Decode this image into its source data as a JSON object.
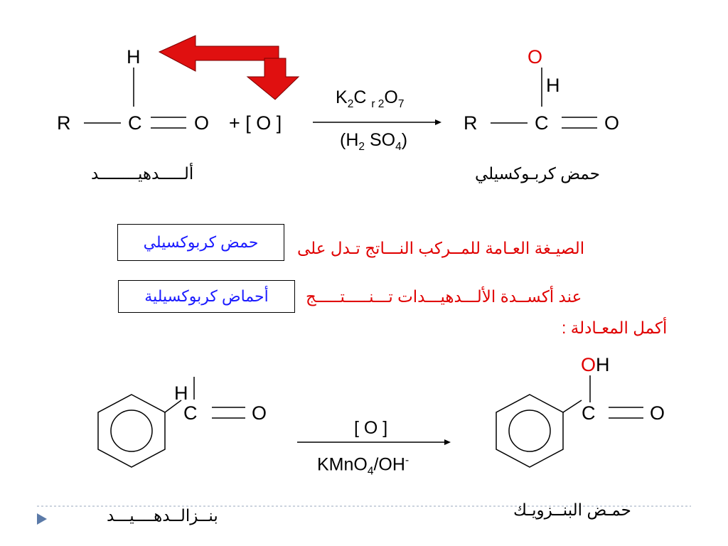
{
  "colors": {
    "red": "#e00000",
    "blue": "#1a1aff",
    "arrow_red": "#e01010"
  },
  "eq1": {
    "R_left": "R",
    "C_left": "C",
    "O_left": "O",
    "H_left": "H",
    "plus_O": "+ [ O ]",
    "reagent_top": "K2C r 2O7",
    "reagent_bottom": "(H2 SO4)",
    "R_right": "R",
    "C_right": "C",
    "O_right": "O",
    "H_right": "H",
    "O_top_right": "O",
    "label_left": "ألـــــدهيــــــــد",
    "label_right": "حمض كربـوكسيلي"
  },
  "q1": {
    "statement": "الصيـغة العـامة للمــركب النـــاتج تـدل على",
    "answer": "حمض كربوكسيلي"
  },
  "q2": {
    "statement": "عند أكســدة الألـــدهيـــدات تـــنـــــتـــــج",
    "answer": "أحماض كربوكسيلية"
  },
  "instruction": "أكمل المعـادلة :",
  "eq2": {
    "H_left": "H",
    "C_left": "C",
    "O_left": "O",
    "reagent_top": "[ O ]",
    "reagent_bottom": "KMnO4/OH-",
    "C_right": "C",
    "O_right": "O",
    "O_top_right": "O",
    "H_top_right": "H",
    "label_left": "بنــزالــدهــــيـــد",
    "label_right": "حمـض البنــزويـك"
  },
  "icons": {
    "slide_marker": "triangle-right-icon",
    "swap_arrow": "double-arrow-icon",
    "benzene": "benzene-ring-icon"
  }
}
